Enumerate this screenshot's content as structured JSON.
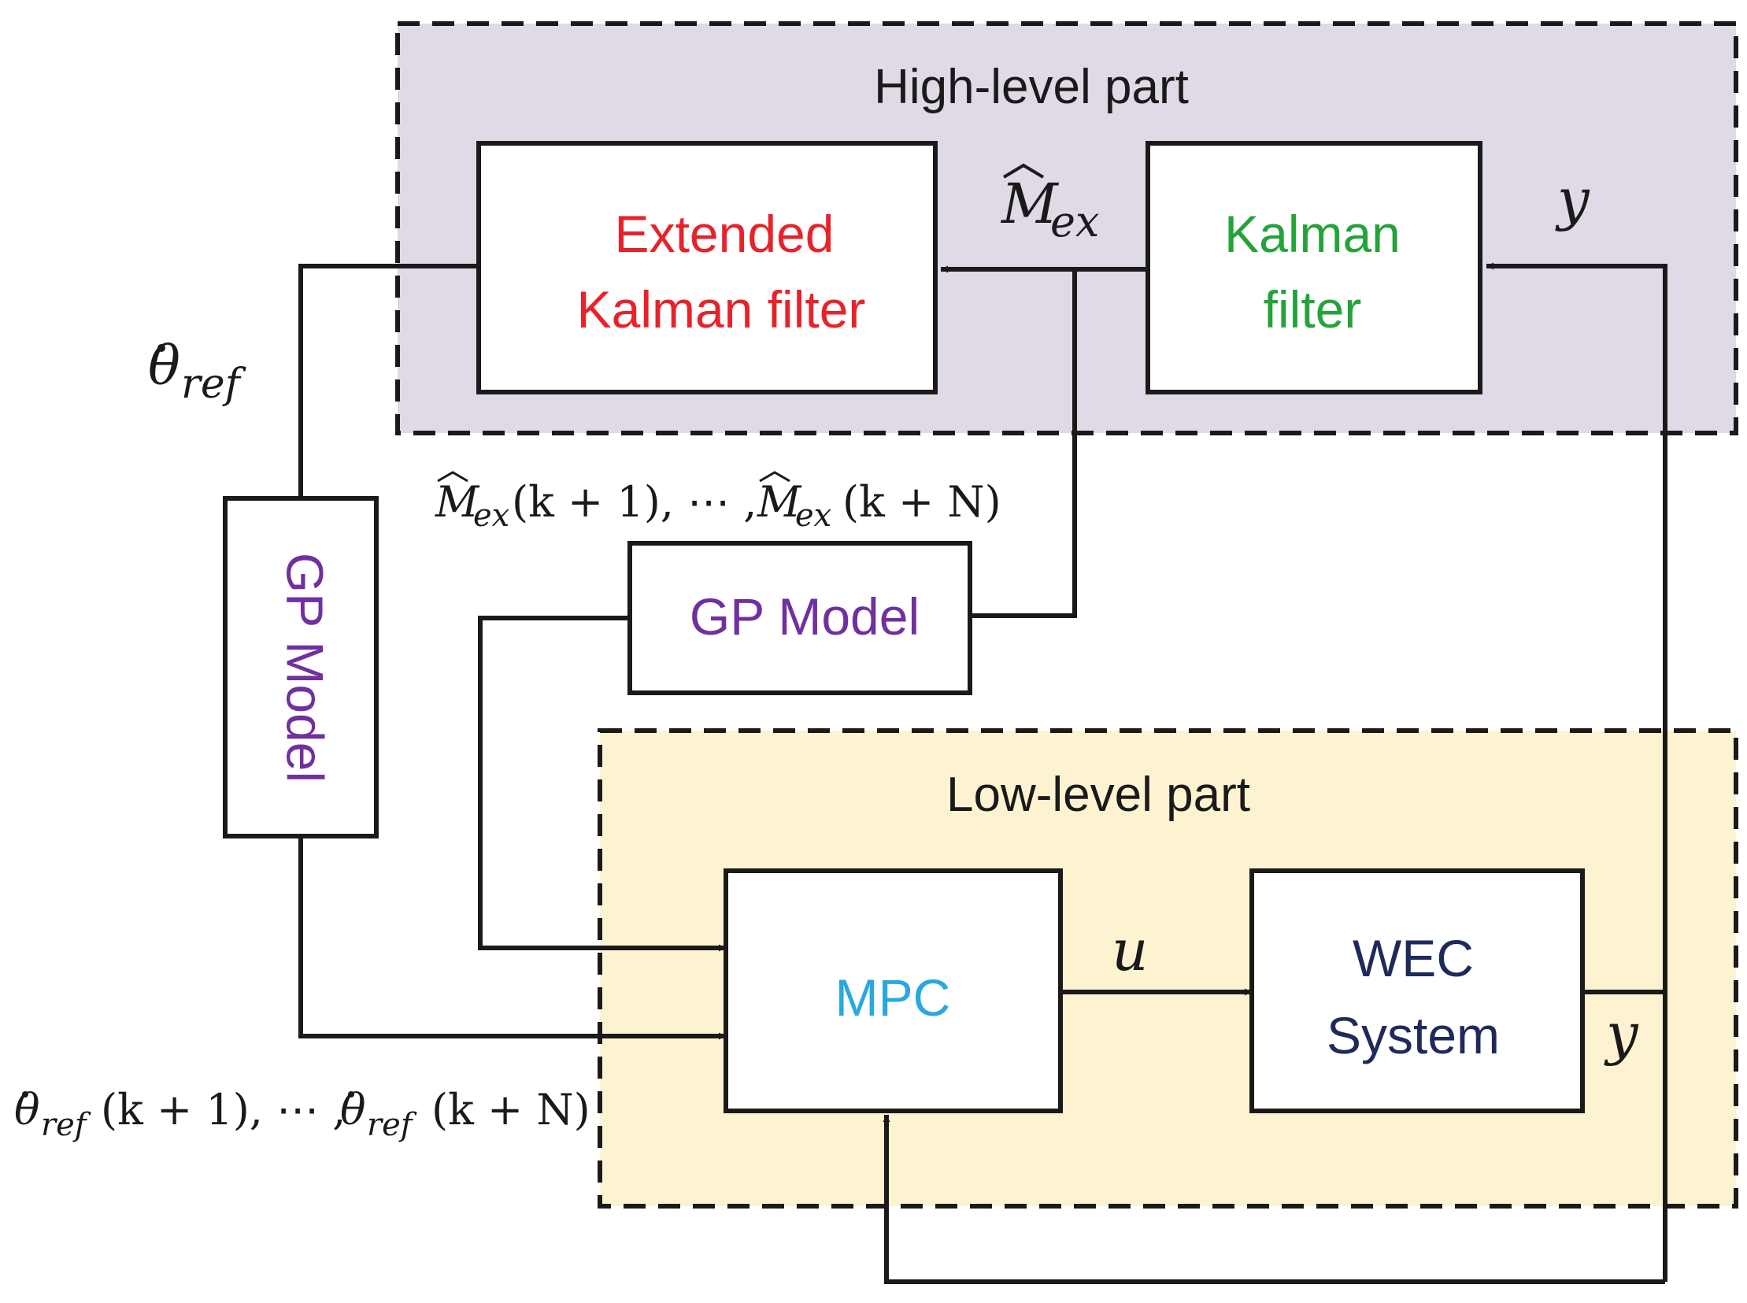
{
  "regions": {
    "high_level": {
      "label": "High-level part",
      "fill": "#e0d9e6"
    },
    "low_level": {
      "label": "Low-level part",
      "fill": "#fdf3d1"
    }
  },
  "blocks": {
    "ekf": {
      "line1": "Extended",
      "line2": "Kalman filter",
      "color": "#e8222a"
    },
    "kf": {
      "line1": "Kalman",
      "line2": "filter",
      "color": "#23a33a"
    },
    "gp_vertical": {
      "label": "GP Model",
      "color": "#7030a0"
    },
    "gp_horizontal": {
      "label": "GP Model",
      "color": "#7030a0"
    },
    "mpc": {
      "label": "MPC",
      "color": "#29a8e0"
    },
    "wec": {
      "line1": "WEC",
      "line2": "System",
      "color": "#1f2a5c"
    }
  },
  "signals": {
    "y_top": "y",
    "y_bottom": "y",
    "u": "u",
    "m_hat_main": "M",
    "m_hat_sub": "ex",
    "theta_main": "θ",
    "theta_sub": "ref",
    "m_pred_k1": "(k + 1), ⋯ ,",
    "m_pred_kn": "(k + N)",
    "theta_pred_k1": "(k + 1), ⋯ ,",
    "theta_pred_kn": "(k + N)"
  },
  "colors": {
    "line": "#1a1a1a",
    "text": "#1a1a1a"
  }
}
